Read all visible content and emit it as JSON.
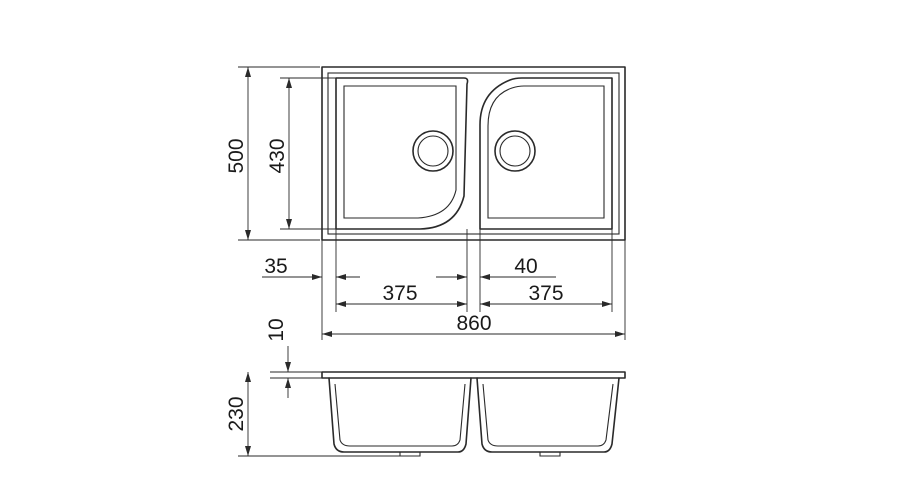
{
  "drawing": {
    "colors": {
      "line": "#2a2a2a",
      "background": "#ffffff"
    },
    "top_view": {
      "dim_overall_height": "500",
      "dim_bowl_height": "430",
      "dim_left_offset": "35",
      "dim_center_gap": "40",
      "dim_left_bowl_width": "375",
      "dim_right_bowl_width": "375",
      "dim_overall_width": "860"
    },
    "section_view": {
      "dim_rim": "10",
      "dim_depth": "230"
    }
  }
}
